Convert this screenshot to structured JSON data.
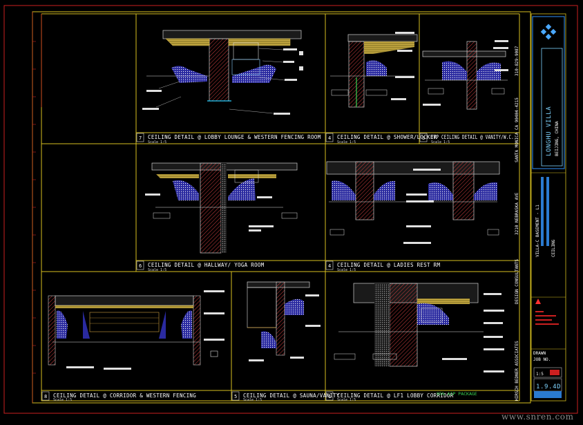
{
  "drawing": {
    "details": [
      {
        "id": "d7",
        "num": "7",
        "title": "CEILING DETAIL @ LOBBY LOUNGE & WESTERN FENCING ROOM",
        "scale": "Scale 1:5"
      },
      {
        "id": "d4a",
        "num": "4",
        "title": "CEILING DETAIL @ SHOWER/LOCKER",
        "scale": "Scale 1:5"
      },
      {
        "id": "d3",
        "num": "3",
        "title": "TYP CEILING DETAIL @ VANITY/W.C.",
        "scale": "Scale 1:5"
      },
      {
        "id": "d6",
        "num": "6",
        "title": "CEILING DETAIL @ HALLWAY/ YOGA ROOM",
        "scale": "Scale 1:5"
      },
      {
        "id": "d4b",
        "num": "4",
        "title": "CEILING DETAIL @ LADIES REST RM",
        "scale": "Scale 1:5"
      },
      {
        "id": "d8",
        "num": "8",
        "title": "CEILING DETAIL @ CORRIDOR & WESTERN FENCING",
        "scale": "Scale 1:5"
      },
      {
        "id": "d5",
        "num": "5",
        "title": "CEILING DETAIL @ SAUNA/VANITY",
        "scale": "Scale 1:5"
      },
      {
        "id": "d1",
        "num": "1",
        "title": "CEILING DETAIL @ LF1 LOBBY CORRIDOR",
        "scale": "Scale 1:5"
      }
    ],
    "package_note": "95% AIP PACKAGE"
  },
  "titleblock": {
    "project": "LONGHU VILLA",
    "location": "BEIJING, CHINA",
    "sheet_title": "VILLA-C BASEMENT - L1",
    "sheet_sub": "CEILING",
    "consultant_top": "3210 NEBRASKA AVE",
    "consultant_mid": "SANTA MONICA CA 90404-4215",
    "consultant_phone": "310-829-9087",
    "firm": "HIRSCH BEDNER ASSOCIATES",
    "firm_sub": "DESIGN CONSULTANTS",
    "sheet_number": "1.9.4D",
    "scale_label": "1:5",
    "drawn": "DRAWN",
    "job": "JOB NO."
  },
  "watermark": "www.snren.com"
}
